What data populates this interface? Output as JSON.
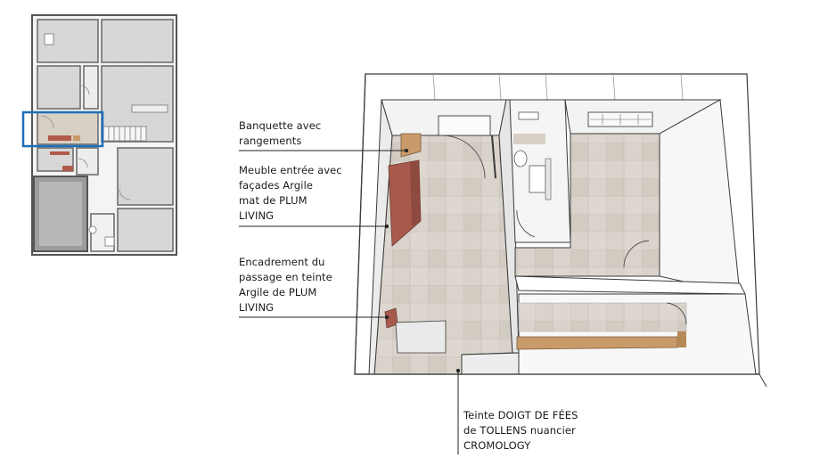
{
  "annotations": [
    {
      "id": "banquette",
      "text": "Banquette avec\nrangements"
    },
    {
      "id": "meuble-entree",
      "text": "Meuble entrée avec\nfaçades Argile\nmat de PLUM\nLIVING"
    },
    {
      "id": "encadrement",
      "text": "Encadrement du\npassage en teinte\nArgile de PLUM\nLIVING"
    },
    {
      "id": "teinte-sol",
      "text": "Teinte DOIGT DE FÉES\nde TOLLENS nuancier\nCROMOLOGY"
    }
  ],
  "colors": {
    "wall": "#ffffff",
    "outline": "#3a3a3a",
    "floor_tile": "#d9d3cb",
    "floor_tile_alt": "#cfc7bd",
    "argile": "#a75a4c",
    "wood": "#c99a6a",
    "plan_floor": "#d6d6d6",
    "plan_wall": "#555555",
    "plan_highlight": "#1f6fb8",
    "furniture_terracotta": "#b05a4a"
  }
}
